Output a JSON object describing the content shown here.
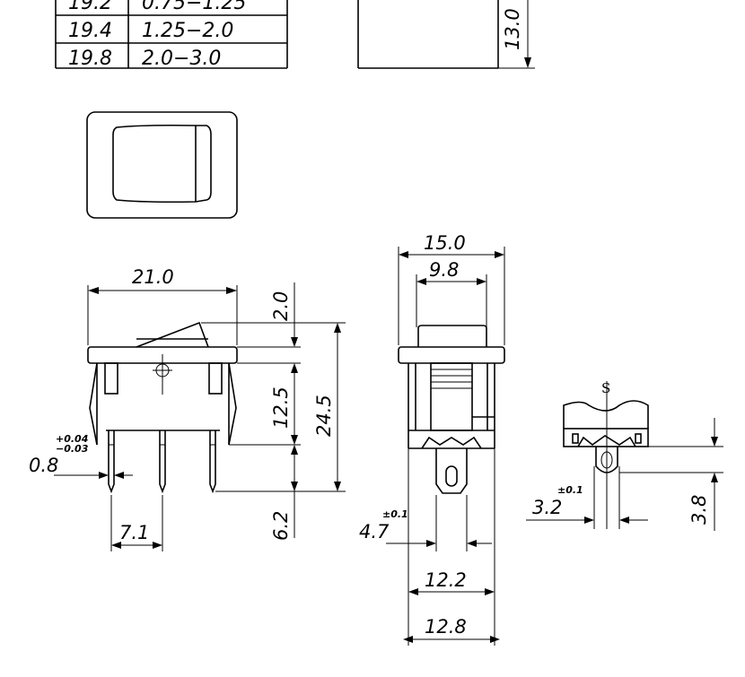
{
  "table": {
    "rows": [
      {
        "a": "19.2",
        "b": "0.75−1.25"
      },
      {
        "a": "19.4",
        "b": "1.25−2.0"
      },
      {
        "a": "19.8",
        "b": "2.0−3.0"
      }
    ]
  },
  "dims": {
    "top_right_height": "13.0",
    "front_width": "21.0",
    "actuator_height": "2.0",
    "body_height": "12.5",
    "total_height": "24.5",
    "terminal_length": "6.2",
    "terminal_thickness": "0.8",
    "terminal_tol_plus": "+0.04",
    "terminal_tol_minus": "−0.03",
    "terminal_pitch": "7.1",
    "side_top_width": "15.0",
    "side_actuator_width": "9.8",
    "terminal_width": "4.7",
    "terminal_width_tol": "±0.1",
    "body_width_inner": "12.2",
    "body_width_outer": "12.8",
    "s_label": "S",
    "hole_dia": "3.2",
    "hole_dia_tol": "±0.1",
    "hole_offset": "3.8"
  }
}
